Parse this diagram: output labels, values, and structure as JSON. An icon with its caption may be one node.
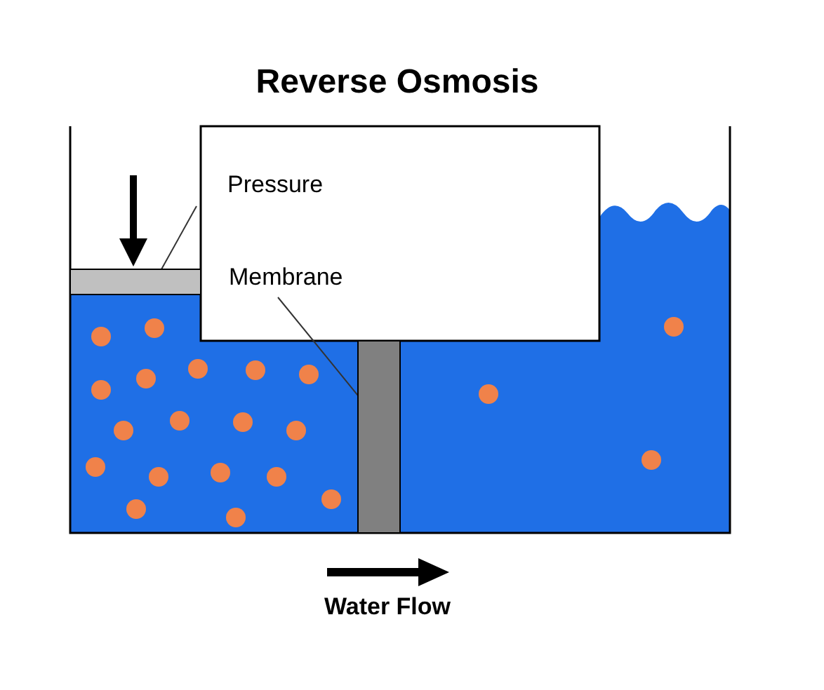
{
  "diagram": {
    "title": "Reverse Osmosis",
    "nodes": [
      {
        "text": [
          "Pressure"
        ]
      },
      {
        "text": [],
        "shape": "bar"
      },
      {
        "text": [
          "Membrane"
        ]
      },
      {
        "text": [],
        "shape": "bar"
      }
    ],
    "edges": [
      {
        "from": 0,
        "to": 1,
        "arrow": "none"
      },
      {
        "from": 2,
        "to": 3,
        "arrow": "none"
      }
    ],
    "labels": [
      "Water Flow"
    ]
  }
}
